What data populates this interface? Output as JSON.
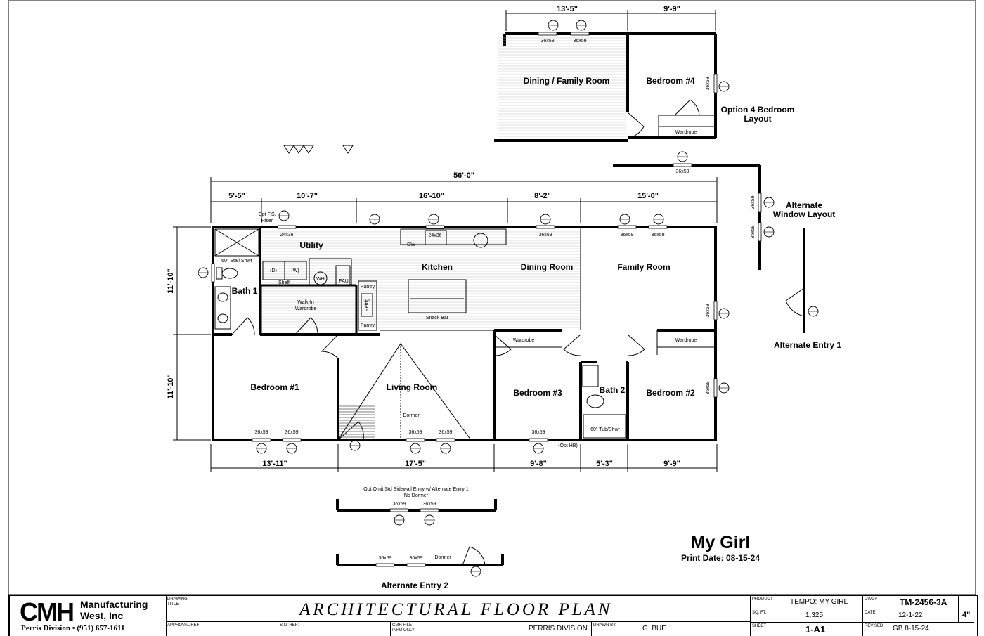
{
  "plan": {
    "name": "My Girl",
    "print_date": "Print Date: 08-15-24",
    "overall_width": "56'-0\"",
    "top_dims": [
      "5'-5\"",
      "10'-7\"",
      "16'-10\"",
      "8'-2\"",
      "15'-0\""
    ],
    "bottom_dims": [
      "13'-11\"",
      "17'-5\"",
      "9'-8\"",
      "5'-3\"",
      "9'-9\""
    ],
    "side_dims": [
      "11'-10\"",
      "11'-10\""
    ],
    "option_dims": [
      "13'-5\"",
      "9'-9\""
    ],
    "rooms": {
      "utility": "Utility",
      "kitchen": "Kitchen",
      "dining": "Dining Room",
      "family": "Family Room",
      "bath1": "Bath 1",
      "bath2": "Bath 2",
      "bedroom1": "Bedroom #1",
      "bedroom2": "Bedroom #2",
      "bedroom3": "Bedroom #3",
      "living": "Living Room",
      "dining_family": "Dining / Family Room",
      "bedroom4": "Bedroom #4"
    },
    "notes": {
      "stall_shower": "60\" Stall Shwr",
      "tub_shower": "60\" Tub/Shwr",
      "walkin": "Walk-In",
      "wardrobe": "Wardrobe",
      "shelf": "Shelf",
      "wh": "WH",
      "fau": "FAU",
      "dryer": "(D)",
      "washer": "(W)",
      "pantry": "Pantry",
      "refrig": "Refrig",
      "snack_bar": "Snack Bar",
      "dw": "DW",
      "sink": "24x36",
      "opt_riser_1": "Opt F.S.",
      "opt_riser_2": "Riser",
      "dormer": "Dormer",
      "opt_hb": "(Opt HB)",
      "window": "36x59",
      "window_small": "24x36"
    },
    "options": {
      "bedroom_layout_1": "Option 4 Bedroom",
      "bedroom_layout_2": "Layout",
      "alt_window_1": "Alternate",
      "alt_window_2": "Window Layout",
      "alt_entry1": "Alternate Entry 1",
      "alt_entry2": "Alternate Entry 2",
      "omit_note_1": "Opt Omit Std Sidewall Entry w/ Alternate Entry 1",
      "omit_note_2": "(No Dormer)"
    }
  },
  "titleblock": {
    "company_short": "CMH",
    "company_line1": "Manufacturing",
    "company_line2": "West, Inc",
    "division_line": "Perris Division  •  (951) 657-1611",
    "drawing_title_caption_1": "DRAWING",
    "drawing_title_caption_2": "TITLE",
    "drawing_title": "ARCHITECTURAL FLOOR PLAN",
    "approval_caption": "APPROVAL REF:",
    "sn_caption": "S.N. REF:",
    "cmh_file_caption_1": "CMH FILE",
    "cmh_file_caption_2": "INFO ONLY",
    "cmh_file_value": "PERRIS DIVISION",
    "drawn_by_caption": "DRAWN BY:",
    "drawn_by_value": "G. BUE",
    "product_caption": "PRODUCT",
    "product_value": "TEMPO: MY GIRL",
    "sqft_caption": "SQ. FT.",
    "sqft_value": "1,325",
    "sheet_caption": "SHEET",
    "sheet_value": "1-A1",
    "dwg_caption": "DWG#",
    "dwg_value": "TM-2456-3A",
    "date_caption": "DATE",
    "date_value": "12-1-22",
    "scale_value": "4\"",
    "revised_caption": "REVISED",
    "revised_value": "GB 8-15-24"
  }
}
